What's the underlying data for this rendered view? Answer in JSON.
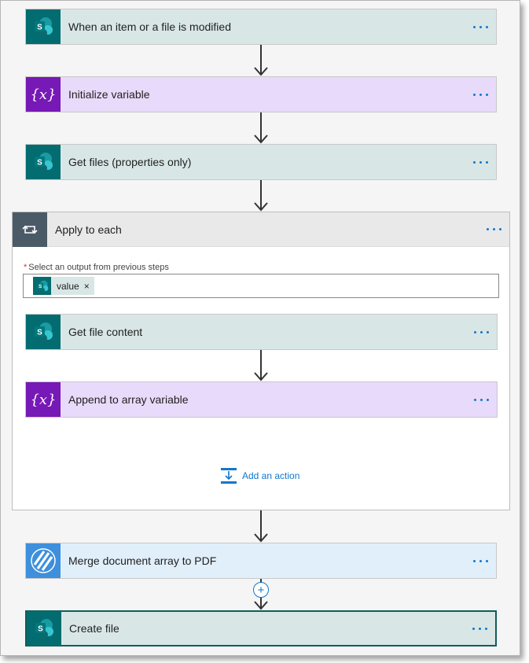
{
  "flow": {
    "steps": [
      {
        "title": "When an item or a file is modified",
        "icon": "sharepoint-icon"
      },
      {
        "title": "Initialize variable",
        "icon": "variable-icon"
      },
      {
        "title": "Get files (properties only)",
        "icon": "sharepoint-icon"
      },
      {
        "title": "Merge document array to PDF",
        "icon": "merge-pdf-icon"
      },
      {
        "title": "Create file",
        "icon": "sharepoint-icon"
      }
    ],
    "apply_to_each": {
      "title": "Apply to each",
      "field_required_mark": "*",
      "field_label": "Select an output from previous steps",
      "token_label": "value",
      "token_remove": "×",
      "inner_steps": [
        {
          "title": "Get file content",
          "icon": "sharepoint-icon"
        },
        {
          "title": "Append to array variable",
          "icon": "variable-icon"
        }
      ],
      "add_action_label": "Add an action"
    },
    "insert_step_symbol": "+"
  },
  "colors": {
    "sharepoint_tile": "#036c70",
    "sharepoint_card": "#d8e7e6",
    "variable_tile": "#7719b6",
    "variable_card": "#e8dafa",
    "merge_tile": "#3e8fdc",
    "merge_card": "#e1effb",
    "accent_link": "#1277cc"
  }
}
